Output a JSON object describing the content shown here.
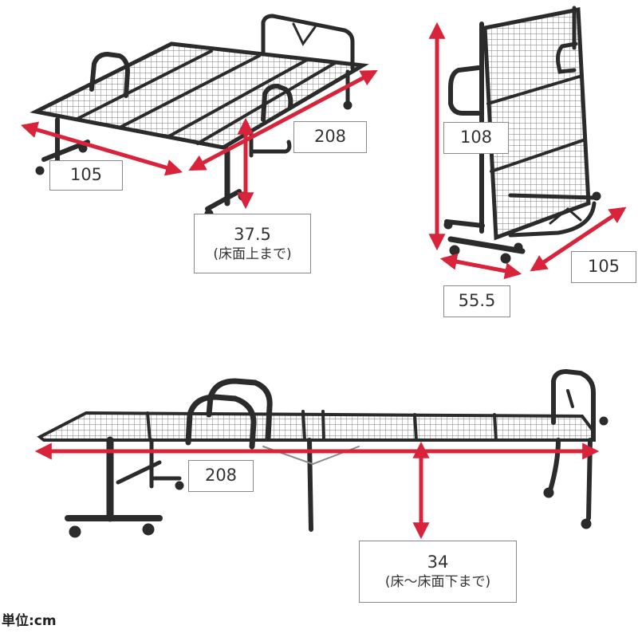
{
  "diagram": {
    "views": {
      "open_top": {
        "width": "105",
        "length": "208",
        "height": "37.5",
        "height_note": "(床面上まで)"
      },
      "folded": {
        "height": "108",
        "width": "105",
        "depth": "55.5"
      },
      "side": {
        "length": "208",
        "height": "34",
        "height_note": "(床～床面下まで)"
      }
    },
    "unit_label": "単位:cm",
    "colors": {
      "arrow": "#d8233a",
      "frame": "#2b2b2b",
      "mesh": "#6a6a6a"
    }
  }
}
